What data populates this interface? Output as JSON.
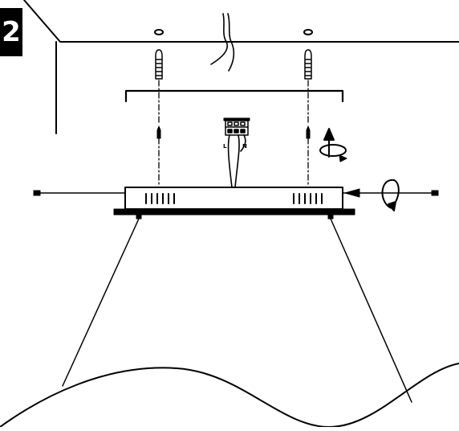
{
  "step": {
    "number": "2"
  },
  "terminal_block": {
    "live_label": "L",
    "neutral_label": "N"
  },
  "colors": {
    "line": "#000000",
    "background": "#ffffff",
    "badge": "#000000",
    "badge_text": "#ffffff"
  },
  "icons": [
    "ceiling",
    "power-cable",
    "wall-plug",
    "screw",
    "mounting-bracket",
    "terminal-block",
    "rotate-arrow-icon",
    "canopy",
    "suspension-wire",
    "lamp-shade"
  ]
}
